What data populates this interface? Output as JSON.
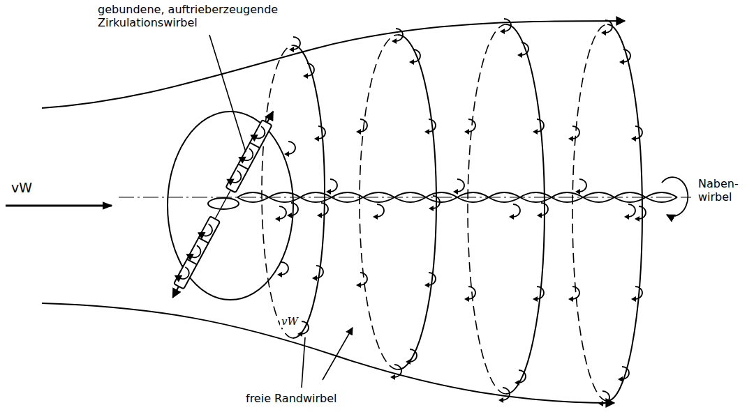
{
  "diagram": {
    "labels": [
      "gebundene, auftrieberzeugende Zirkulationswirbel",
      "vW",
      "Naben- wirbel",
      "vW",
      "freie Randwirbel"
    ]
  }
}
